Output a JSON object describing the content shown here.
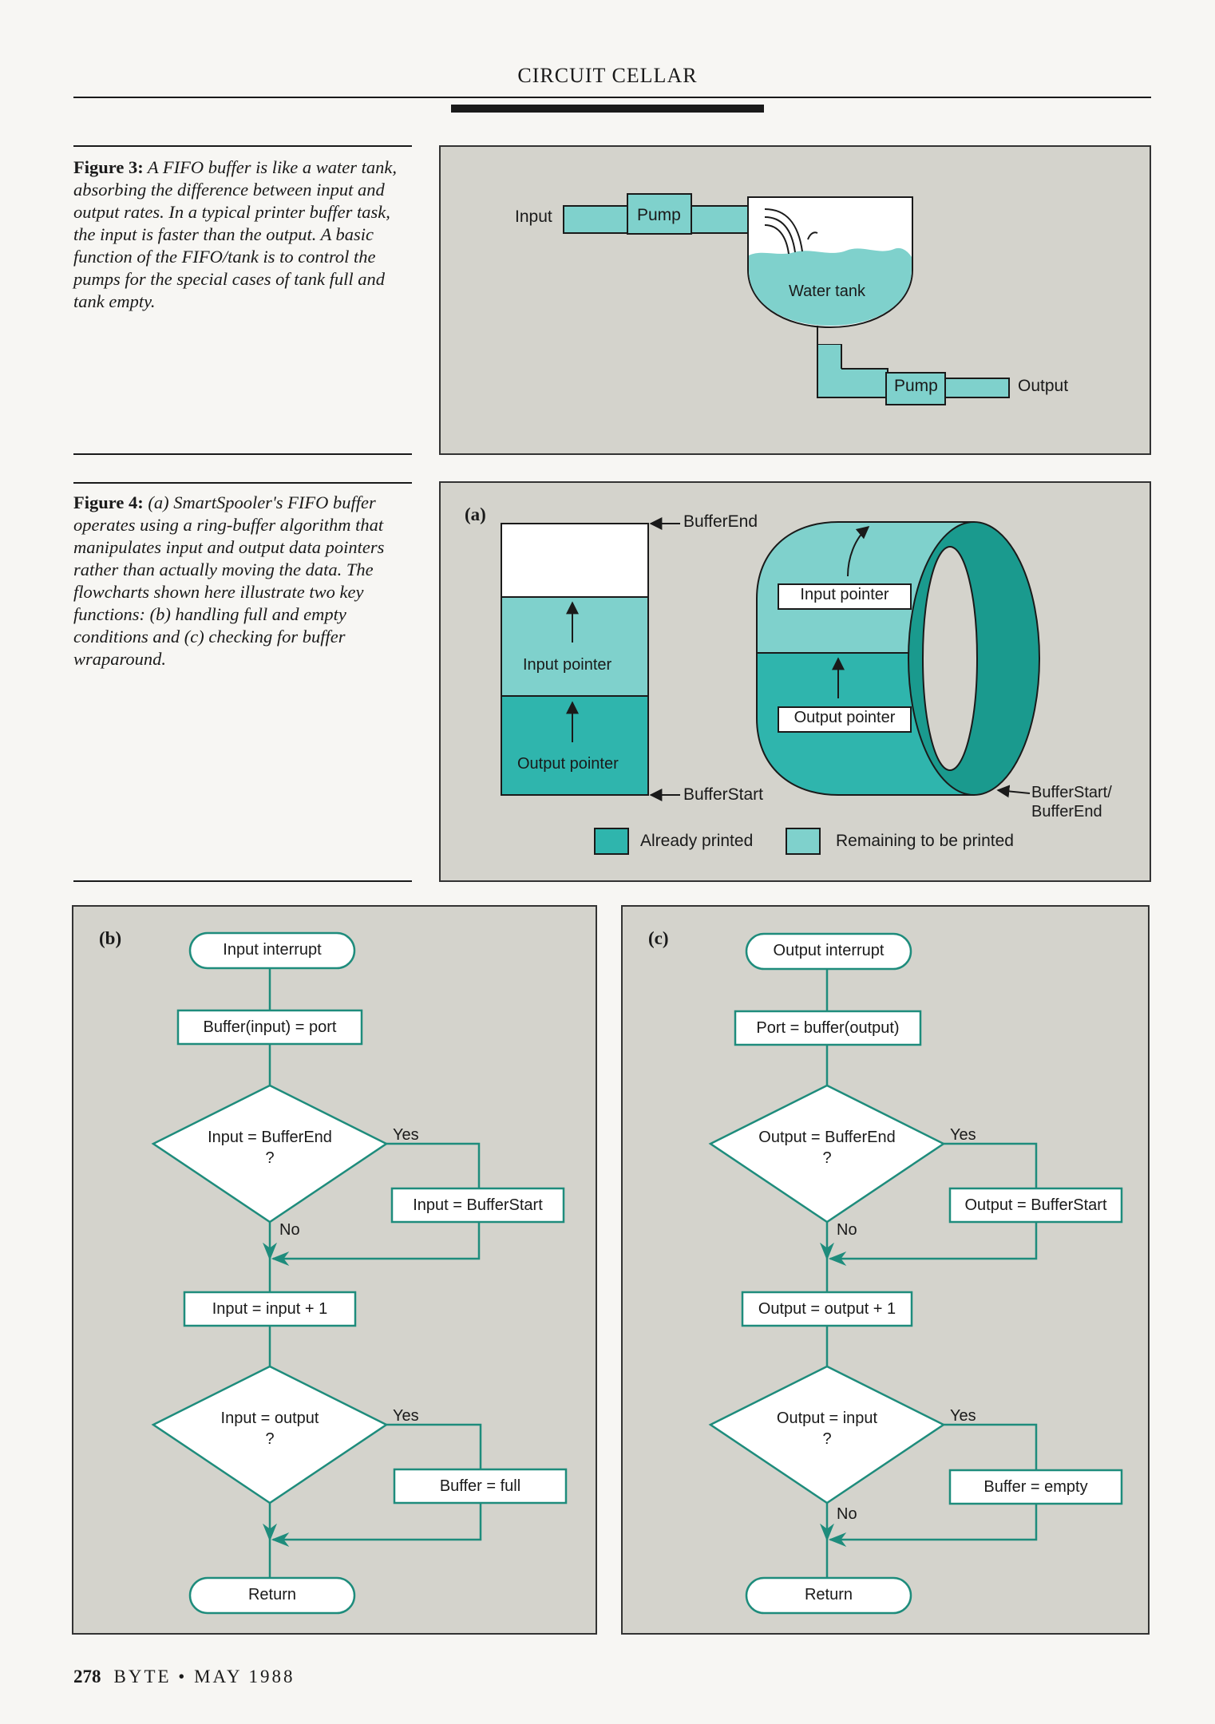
{
  "header": {
    "running_head": "CIRCUIT CELLAR"
  },
  "figure3": {
    "caption_label": "Figure 3:",
    "caption_text": "A FIFO buffer is like a water tank, absorbing the difference between input and output rates. In a typical printer buffer task, the input is faster than the output. A basic function of the FIFO/tank is to control the pumps for the special cases of tank full and tank empty.",
    "input_label": "Input",
    "pump_label": "Pump",
    "tank_label": "Water tank",
    "pump2_label": "Pump",
    "output_label": "Output"
  },
  "figure4": {
    "caption_label": "Figure 4:",
    "caption_text": "(a) SmartSpooler's FIFO buffer operates using a ring-buffer algorithm that manipulates input and output data pointers rather than actually moving the data. The flowcharts shown here illustrate two key functions: (b) handling full and empty conditions and (c) checking for buffer wraparound.",
    "panel_a": {
      "tag": "(a)",
      "buffer_end": "BufferEnd",
      "buffer_start": "BufferStart",
      "input_pointer": "Input pointer",
      "output_pointer": "Output pointer",
      "ring_input_pointer": "Input pointer",
      "ring_output_pointer": "Output pointer",
      "ring_start_end_1": "BufferStart/",
      "ring_start_end_2": "BufferEnd",
      "legend_printed": "Already printed",
      "legend_remaining": "Remaining to be printed"
    },
    "panel_b": {
      "tag": "(b)",
      "start": "Input interrupt",
      "step1": "Buffer(input) = port",
      "decision1_line1": "Input = BufferEnd",
      "decision1_line2": "?",
      "yes1": "Yes",
      "no1": "No",
      "branch1": "Input = BufferStart",
      "step2": "Input = input + 1",
      "decision2_line1": "Input = output",
      "decision2_line2": "?",
      "yes2": "Yes",
      "branch2": "Buffer = full",
      "end": "Return"
    },
    "panel_c": {
      "tag": "(c)",
      "start": "Output interrupt",
      "step1": "Port = buffer(output)",
      "decision1_line1": "Output = BufferEnd",
      "decision1_line2": "?",
      "yes1": "Yes",
      "no1": "No",
      "branch1": "Output = BufferStart",
      "step2": "Output = output + 1",
      "decision2_line1": "Output = input",
      "decision2_line2": "?",
      "yes2": "Yes",
      "no2": "No",
      "branch2": "Buffer = empty",
      "end": "Return"
    }
  },
  "footer": {
    "page_number": "278",
    "publication": "BYTE • MAY 1988"
  },
  "colors": {
    "panel_bg": "#d4d3cc",
    "teal_light": "#7fd1cc",
    "teal_mid": "#2fb5ad",
    "teal_dark": "#1a9a8e",
    "flow_line": "#1e8c7c"
  }
}
